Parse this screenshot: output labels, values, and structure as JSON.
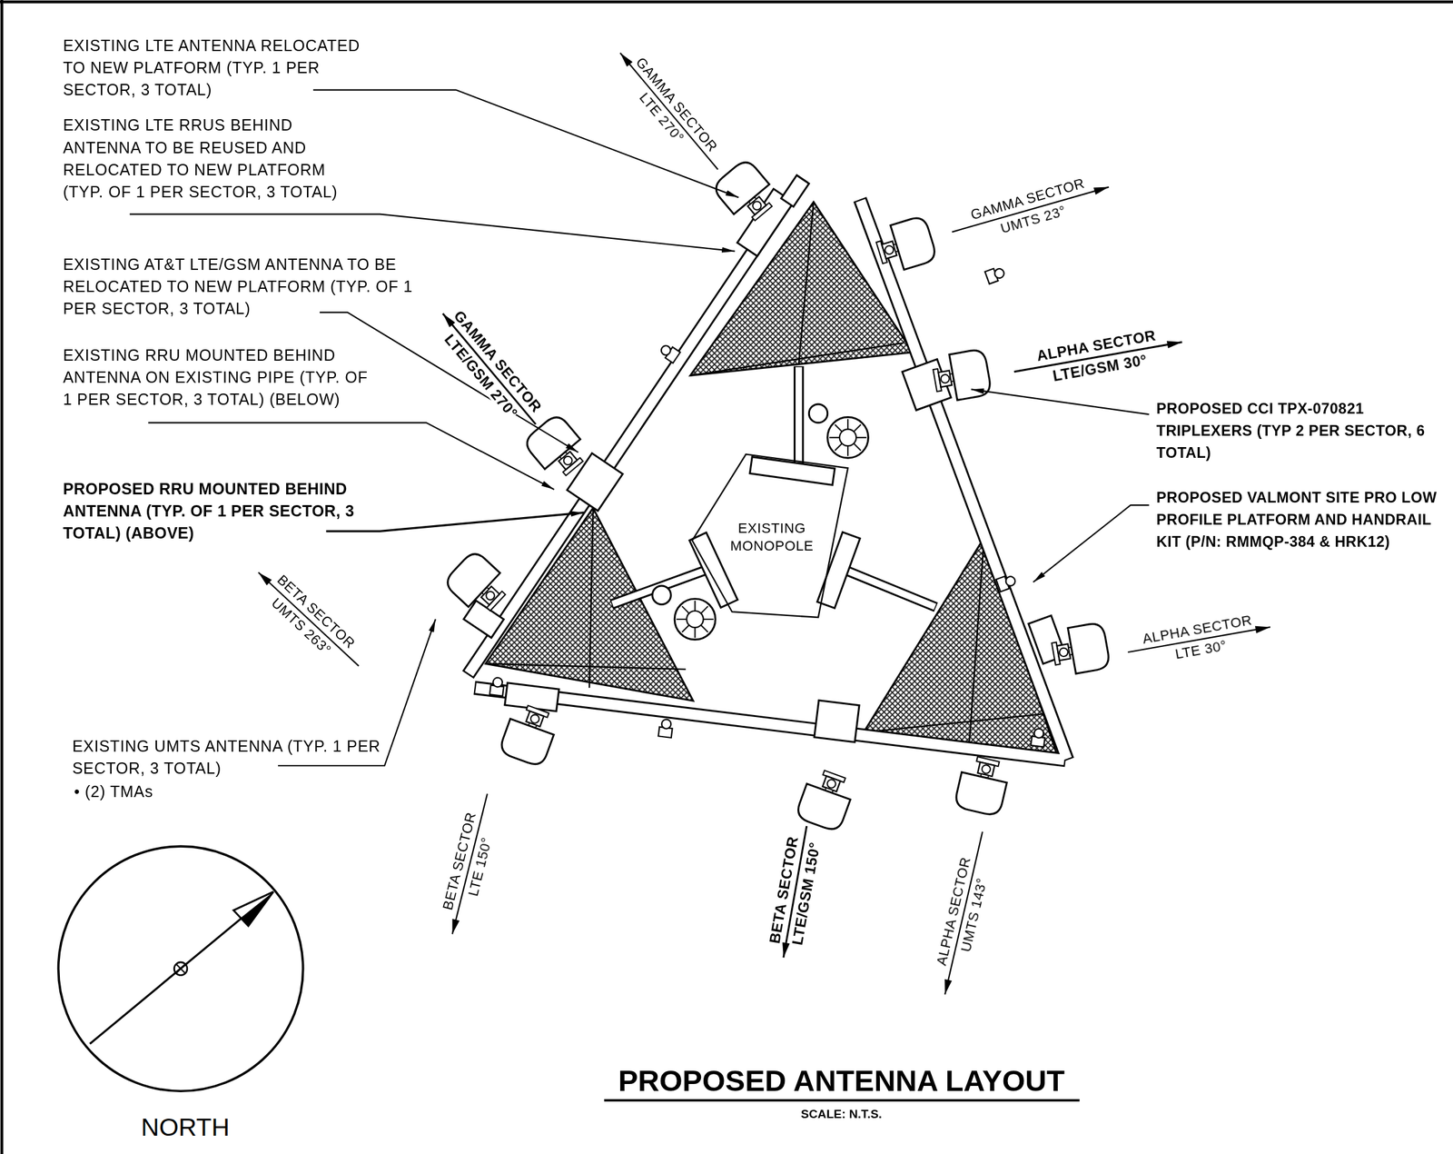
{
  "diagram": {
    "title": "PROPOSED ANTENNA LAYOUT",
    "caption": "SCALE: N.T.S.",
    "nodes": [
      {
        "text": [
          "EXISTING MONOPOLE"
        ]
      }
    ],
    "labels": [
      "EXISTING LTE ANTENNA RELOCATED TO NEW PLATFORM (TYP. 1 PER SECTOR, 3 TOTAL)",
      "EXISTING LTE RRUS BEHIND ANTENNA TO BE REUSED AND RELOCATED TO NEW PLATFORM (TYP. OF 1 PER SECTOR, 3 TOTAL)",
      "EXISTING AT&T LTE/GSM ANTENNA TO BE RELOCATED TO NEW PLATFORM (TYP. OF 1 PER SECTOR, 3 TOTAL)",
      "EXISTING RRU MOUNTED BEHIND ANTENNA ON EXISTING PIPE (TYP. OF 1 PER SECTOR, 3 TOTAL) (BELOW)",
      "PROPOSED RRU MOUNTED BEHIND ANTENNA (TYP. OF 1 PER SECTOR, 3 TOTAL) (ABOVE)",
      "EXISTING UMTS ANTENNA (TYP. 1 PER SECTOR, 3 TOTAL)",
      "• (2) TMAs",
      "PROPOSED CCI TPX-070821 TRIPLEXERS (TYP 2 PER SECTOR, 6 TOTAL)",
      "PROPOSED VALMONT SITE PRO LOW PROFILE PLATFORM AND HANDRAIL KIT (P/N: RMMQP-384 & HRK12)",
      "GAMMA SECTOR",
      "LTE 270°",
      "GAMMA SECTOR",
      "UMTS 23°",
      "ALPHA SECTOR",
      "LTE/GSM 30°",
      "GAMMA SECTOR",
      "LTE/GSM 270°",
      "BETA SECTOR",
      "UMTS 263°",
      "ALPHA SECTOR",
      "LTE 30°",
      "BETA SECTOR",
      "LTE 150°",
      "BETA SECTOR",
      "LTE/GSM 150°",
      "ALPHA SECTOR",
      "UMTS 143°",
      "NORTH"
    ]
  }
}
